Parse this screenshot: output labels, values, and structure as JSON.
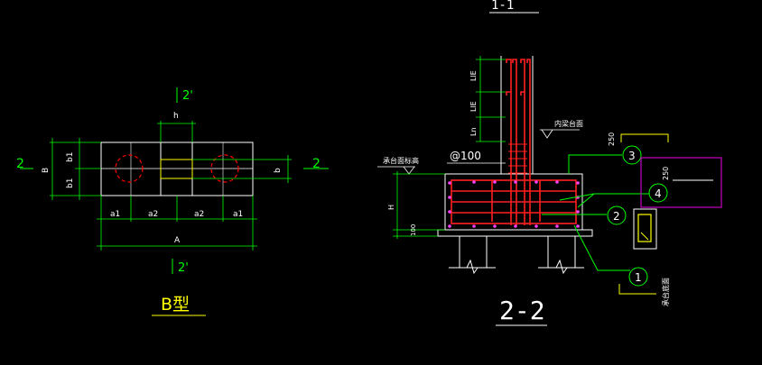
{
  "colors": {
    "background": "#000000",
    "outline": "#ffffff",
    "dimension": "#00ff00",
    "rebar": "#ff2020",
    "hidden": "#ff0000",
    "cap": "#ffff00",
    "stirrup_box": "#c000c0"
  },
  "plan_view": {
    "section_left": "2",
    "section_right": "2",
    "section_top": "2'",
    "section_bottom": "2'",
    "dim_h": "h",
    "dim_B": "B",
    "dim_b1_top": "b1",
    "dim_b1_bottom": "b1",
    "dim_b": "b",
    "dim_a1_left": "a1",
    "dim_a2_left": "a2",
    "dim_a2_right": "a2",
    "dim_a1_right": "a1",
    "dim_A": "A",
    "title": "B型"
  },
  "section_view": {
    "top_title": "1-1",
    "label_lle_1": "LlE",
    "label_lle_2": "LlE",
    "label_ln": "Ln",
    "inner_top": "内梁台面",
    "cap_top": "承台面标高",
    "stirrup": "@100",
    "dim_H": "H",
    "dim_100": "100",
    "dim_250_top": "250",
    "dim_250_right": "250",
    "callout_1": "1",
    "callout_2": "2",
    "callout_3": "3",
    "callout_4": "4",
    "cap_bottom_note": "承台底面",
    "title": "2-2"
  }
}
